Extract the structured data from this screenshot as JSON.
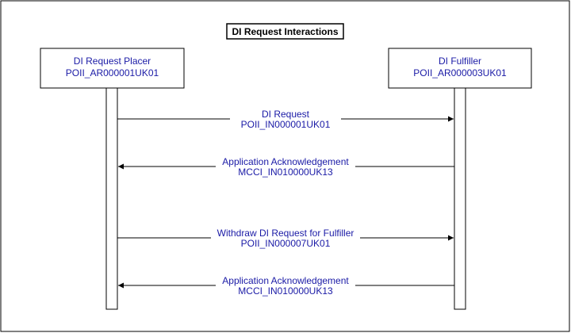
{
  "title": "DI Request Interactions",
  "actors": [
    {
      "name": "DI Request Placer",
      "id": "POII_AR000001UK01"
    },
    {
      "name": "DI Fulfiller",
      "id": "POII_AR000003UK01"
    }
  ],
  "messages": [
    {
      "from": 0,
      "to": 1,
      "label": "DI Request",
      "code": "POII_IN000001UK01"
    },
    {
      "from": 1,
      "to": 0,
      "label": "Application Acknowledgement",
      "code": "MCCI_IN010000UK13"
    },
    {
      "from": 0,
      "to": 1,
      "label": "Withdraw DI Request for Fulfiller",
      "code": "POII_IN000007UK01"
    },
    {
      "from": 1,
      "to": 0,
      "label": "Application Acknowledgement",
      "code": "MCCI_IN010000UK13"
    }
  ],
  "colors": {
    "label": "#1a1aa6",
    "line": "#000000",
    "background": "#ffffff"
  }
}
